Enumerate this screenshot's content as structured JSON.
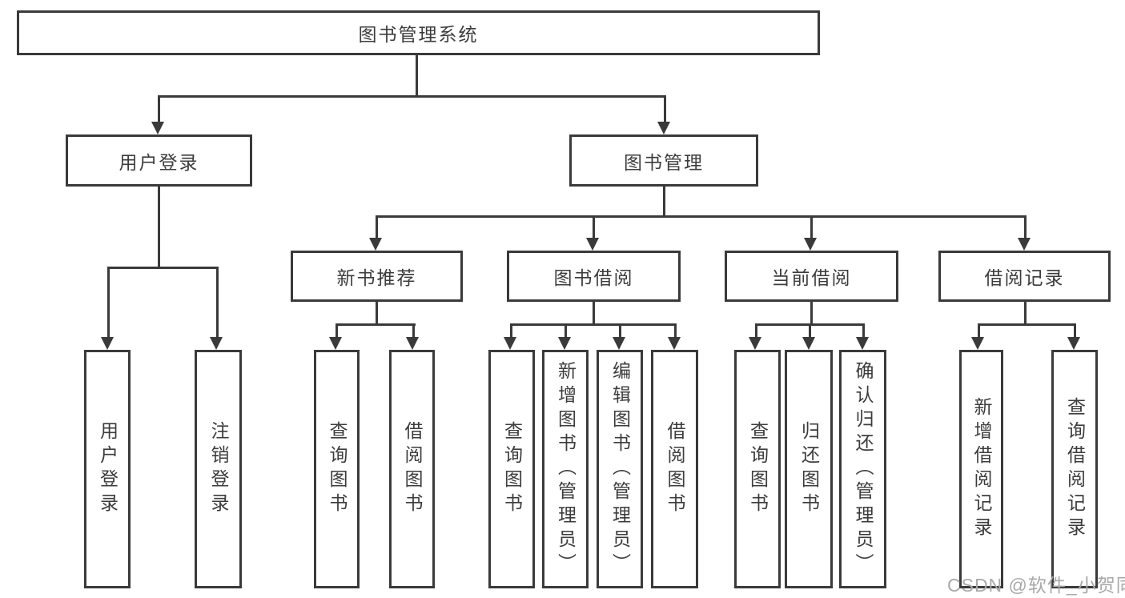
{
  "diagram_type": "tree",
  "tree": {
    "label": "图书管理系统",
    "children": [
      {
        "label": "用户登录",
        "children": [
          {
            "label": "用户登录"
          },
          {
            "label": "注销登录"
          }
        ]
      },
      {
        "label": "图书管理",
        "children": [
          {
            "label": "新书推荐",
            "children": [
              {
                "label": "查询图书"
              },
              {
                "label": "借阅图书"
              }
            ]
          },
          {
            "label": "图书借阅",
            "children": [
              {
                "label": "查询图书"
              },
              {
                "label": "新增图书（管理员）"
              },
              {
                "label": "编辑图书（管理员）"
              },
              {
                "label": "借阅图书"
              }
            ]
          },
          {
            "label": "当前借阅",
            "children": [
              {
                "label": "查询图书"
              },
              {
                "label": "归还图书"
              },
              {
                "label": "确认归还（管理员）"
              }
            ]
          },
          {
            "label": "借阅记录",
            "children": [
              {
                "label": "新增借阅记录"
              },
              {
                "label": "查询借阅记录"
              }
            ]
          }
        ]
      }
    ]
  },
  "watermark": {
    "text": "CSDN @软件_小贺同学"
  },
  "colors": {
    "line": "#3a3a3a",
    "box_border": "#3a3a3a",
    "box_fill": "#ffffff",
    "text": "#3c3c3c",
    "watermark": "#a9a9a9"
  }
}
